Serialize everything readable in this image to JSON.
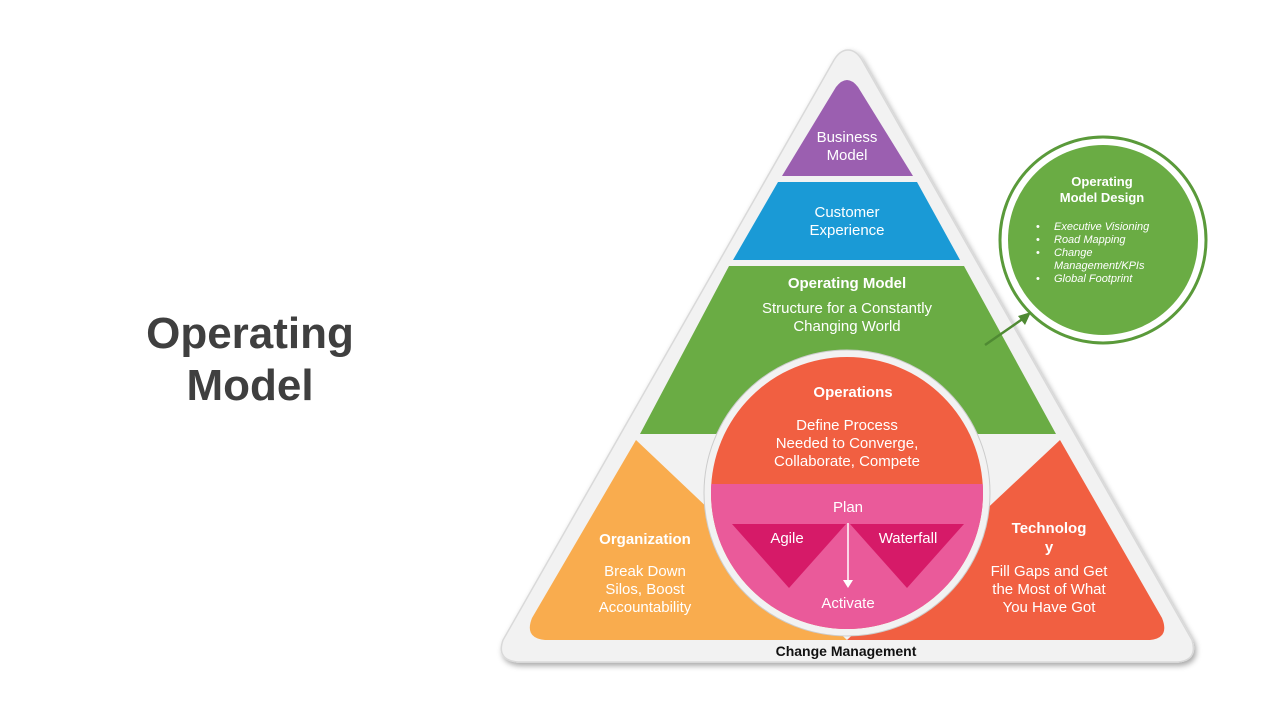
{
  "title": {
    "line1": "Operating",
    "line2": "Model"
  },
  "pyramid": {
    "business_model": {
      "line1": "Business",
      "line2": "Model"
    },
    "customer_experience": {
      "line1": "Customer",
      "line2": "Experience"
    },
    "operating_model": {
      "heading": "Operating Model",
      "line1": "Structure for a Constantly",
      "line2": "Changing World"
    },
    "organization": {
      "heading": "Organization",
      "line1": "Break Down",
      "line2": "Silos, Boost",
      "line3": "Accountability"
    },
    "technology": {
      "heading1": "Technolog",
      "heading2": "y",
      "line1": "Fill Gaps and Get",
      "line2": "the Most of What",
      "line3": "You Have Got"
    },
    "base_label": "Change Management"
  },
  "operations": {
    "heading": "Operations",
    "line1": "Define Process",
    "line2": "Needed to Converge,",
    "line3": "Collaborate, Compete",
    "plan": "Plan",
    "agile": "Agile",
    "waterfall": "Waterfall",
    "activate": "Activate"
  },
  "design_circle": {
    "title_line1": "Operating",
    "title_line2": "Model Design",
    "items": [
      "Executive Visioning",
      "Road Mapping",
      "Change Management/KPIs",
      "Global Footprint"
    ]
  },
  "colors": {
    "purple": "#9b5fb0",
    "blue": "#1a9ad6",
    "green": "#6aac44",
    "orange": "#f9ac4e",
    "red": "#f15f41",
    "pink": "#ea5a9a",
    "magenta": "#d61a68",
    "title": "#3f3f3f"
  }
}
